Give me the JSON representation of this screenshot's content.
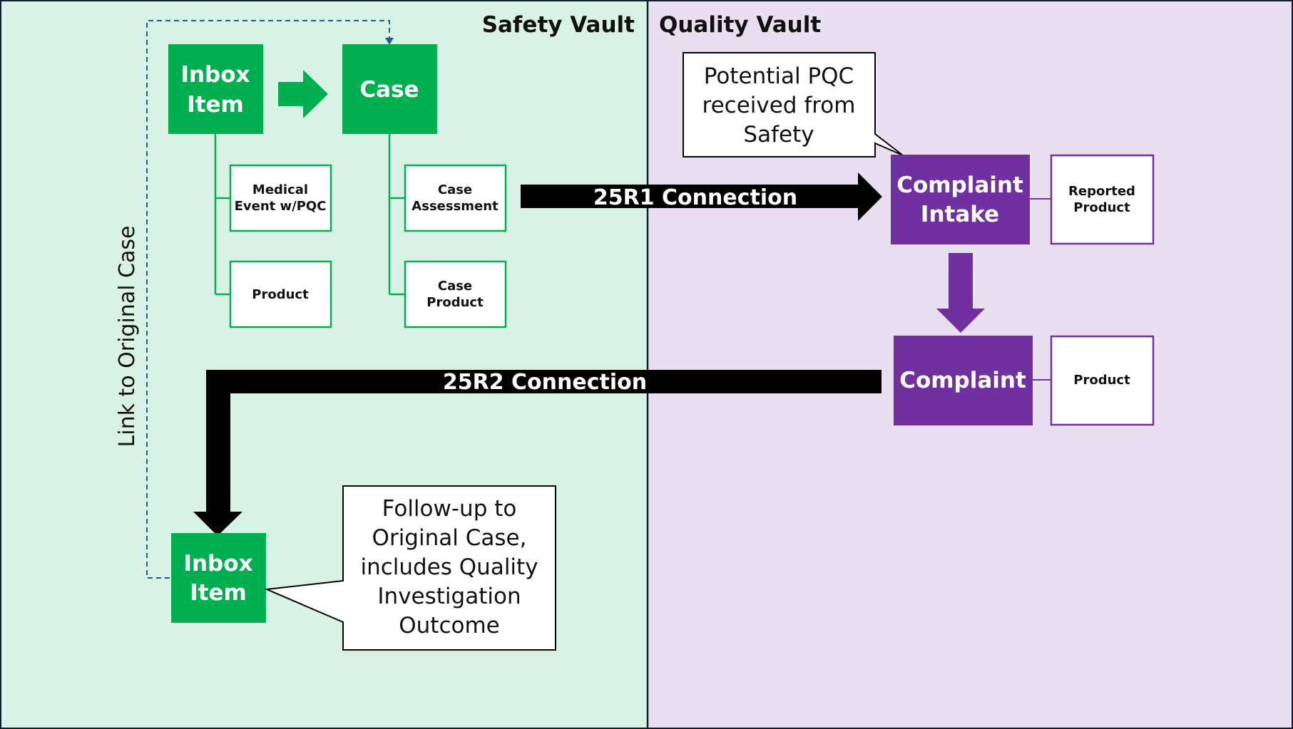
{
  "colors": {
    "safety_bg": "#d9f2e6",
    "quality_bg": "#eadff1",
    "green": "#00b050",
    "purple": "#7030a0",
    "connector": "#000000",
    "link_dashed": "#1f5f8b",
    "border": "#0f1f33"
  },
  "safety_vault": {
    "title": "Safety Vault",
    "inbox_item_1": {
      "line1": "Inbox",
      "line2": "Item"
    },
    "case": {
      "label": "Case"
    },
    "medical_event": {
      "line1": "Medical",
      "line2": "Event w/PQC"
    },
    "product": {
      "label": "Product"
    },
    "case_assessment": {
      "line1": "Case",
      "line2": "Assessment"
    },
    "case_product": {
      "line1": "Case",
      "line2": "Product"
    },
    "inbox_item_2": {
      "line1": "Inbox",
      "line2": "Item"
    },
    "followup_callout": {
      "lines": [
        "Follow-up to",
        "Original Case,",
        "includes Quality",
        "Investigation",
        "Outcome"
      ]
    },
    "link_label": "Link to Original Case"
  },
  "quality_vault": {
    "title": "Quality Vault",
    "pqc_callout": {
      "lines": [
        "Potential PQC",
        "received from",
        "Safety"
      ]
    },
    "complaint_intake": {
      "line1": "Complaint",
      "line2": "Intake"
    },
    "reported_product": {
      "line1": "Reported",
      "line2": "Product"
    },
    "complaint": {
      "label": "Complaint"
    },
    "product": {
      "label": "Product"
    }
  },
  "connections": {
    "r1": "25R1 Connection",
    "r2": "25R2 Connection"
  }
}
